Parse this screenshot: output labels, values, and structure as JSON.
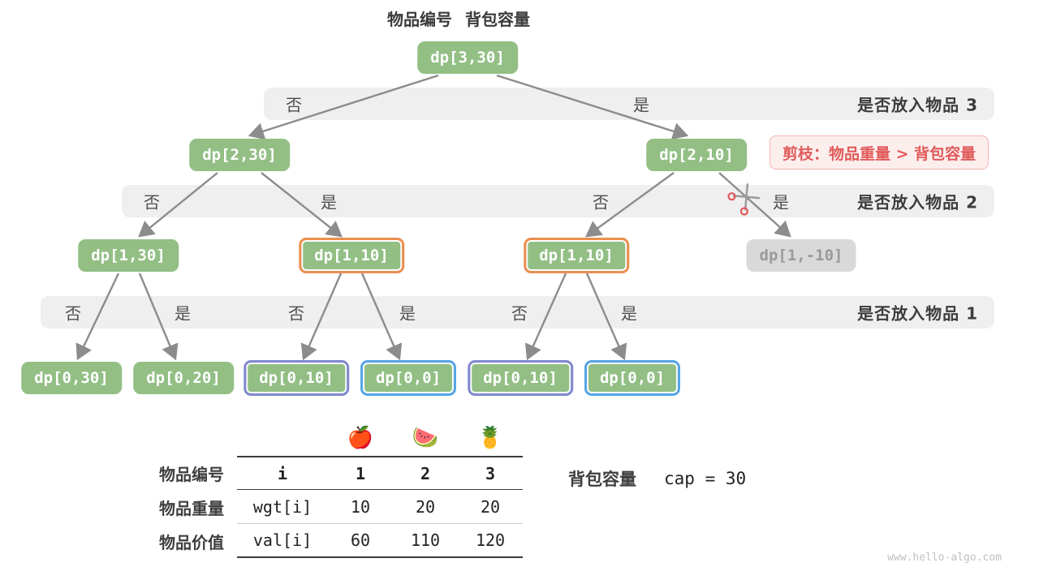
{
  "pointer_labels": {
    "item": "物品编号",
    "capacity": "背包容量"
  },
  "tree": {
    "nodes": [
      {
        "label": "dp[3,30]"
      },
      {
        "label": "dp[2,30]"
      },
      {
        "label": "dp[2,10]"
      },
      {
        "label": "dp[1,30]"
      },
      {
        "label": "dp[1,10]"
      },
      {
        "label": "dp[1,10]"
      },
      {
        "label": "dp[1,-10]"
      },
      {
        "label": "dp[0,30]"
      },
      {
        "label": "dp[0,20]"
      },
      {
        "label": "dp[0,10]"
      },
      {
        "label": "dp[0,0]"
      },
      {
        "label": "dp[0,10]"
      },
      {
        "label": "dp[0,0]"
      }
    ],
    "bands": [
      {
        "label": "是否放入物品 3",
        "answers": [
          "否",
          "是"
        ]
      },
      {
        "label": "是否放入物品 2",
        "answers": [
          "否",
          "是",
          "否",
          "是"
        ]
      },
      {
        "label": "是否放入物品 1",
        "answers": [
          "否",
          "是",
          "否",
          "是",
          "否",
          "是"
        ]
      }
    ],
    "pruning_note": "剪枝：物品重量 > 背包容量"
  },
  "table": {
    "fruits": [
      "🍎",
      "🍉",
      "🍍"
    ],
    "rows": [
      {
        "label": "物品编号",
        "key": "i",
        "values": [
          "1",
          "2",
          "3"
        ]
      },
      {
        "label": "物品重量",
        "key": "wgt[i]",
        "values": [
          "10",
          "20",
          "20"
        ]
      },
      {
        "label": "物品价值",
        "key": "val[i]",
        "values": [
          "60",
          "110",
          "120"
        ]
      }
    ]
  },
  "capacity": {
    "label": "背包容量",
    "value": "cap = 30"
  },
  "watermark": "www.hello-algo.com",
  "colors": {
    "node_green": "#93bf85",
    "node_gray": "#d9d9d9",
    "border_orange": "#ec8e4f",
    "border_purple": "#8288cf",
    "border_blue": "#55a5e5",
    "band_bg": "#efefef",
    "prune_red": "#e05b5b",
    "edge_gray": "#8c8c8c"
  }
}
